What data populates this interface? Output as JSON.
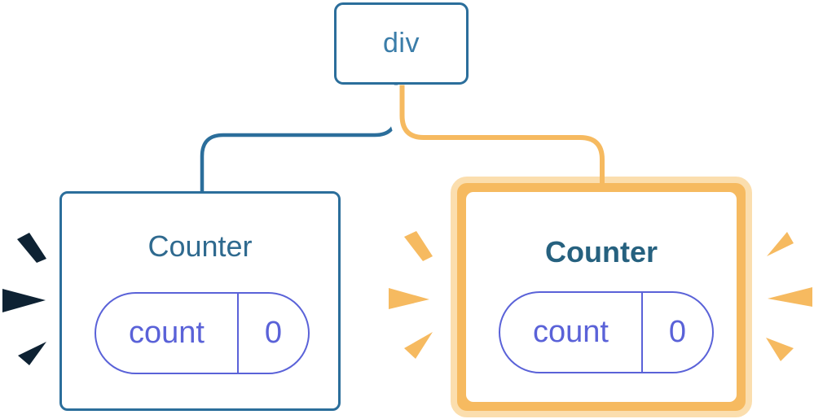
{
  "diagram": {
    "title": "component tree with two Counter children; second Counter highlighted",
    "root_node": {
      "label": "div"
    },
    "counters": [
      {
        "side": "left",
        "title": "Counter",
        "state_name": "count",
        "state_value": "0",
        "highlighted": false
      },
      {
        "side": "right",
        "title": "Counter",
        "state_name": "count",
        "state_value": "0",
        "highlighted": true
      }
    ]
  },
  "icons": {
    "left_sparks": "burst-spark-icon-dark",
    "middle_sparks": "burst-spark-icon-orange",
    "right_sparks": "burst-spark-icon-orange"
  },
  "colors": {
    "node_border_blue": "#2B6E9B",
    "node_text_blue": "#3B7DA9",
    "counter_title_blue": "#2F6A8F",
    "counter_title_bold_blue": "#26617F",
    "connector_blue": "#2B6E9B",
    "connector_orange": "#F6BA60",
    "connector_casing_white": "#FFFFFF",
    "highlight_border_orange": "#F6BA60",
    "highlight_glow_peach": "#FBDEAE",
    "pill_purple": "#5A62D8",
    "spark_dark_navy": "#0E2233",
    "spark_orange": "#F6BA60"
  }
}
